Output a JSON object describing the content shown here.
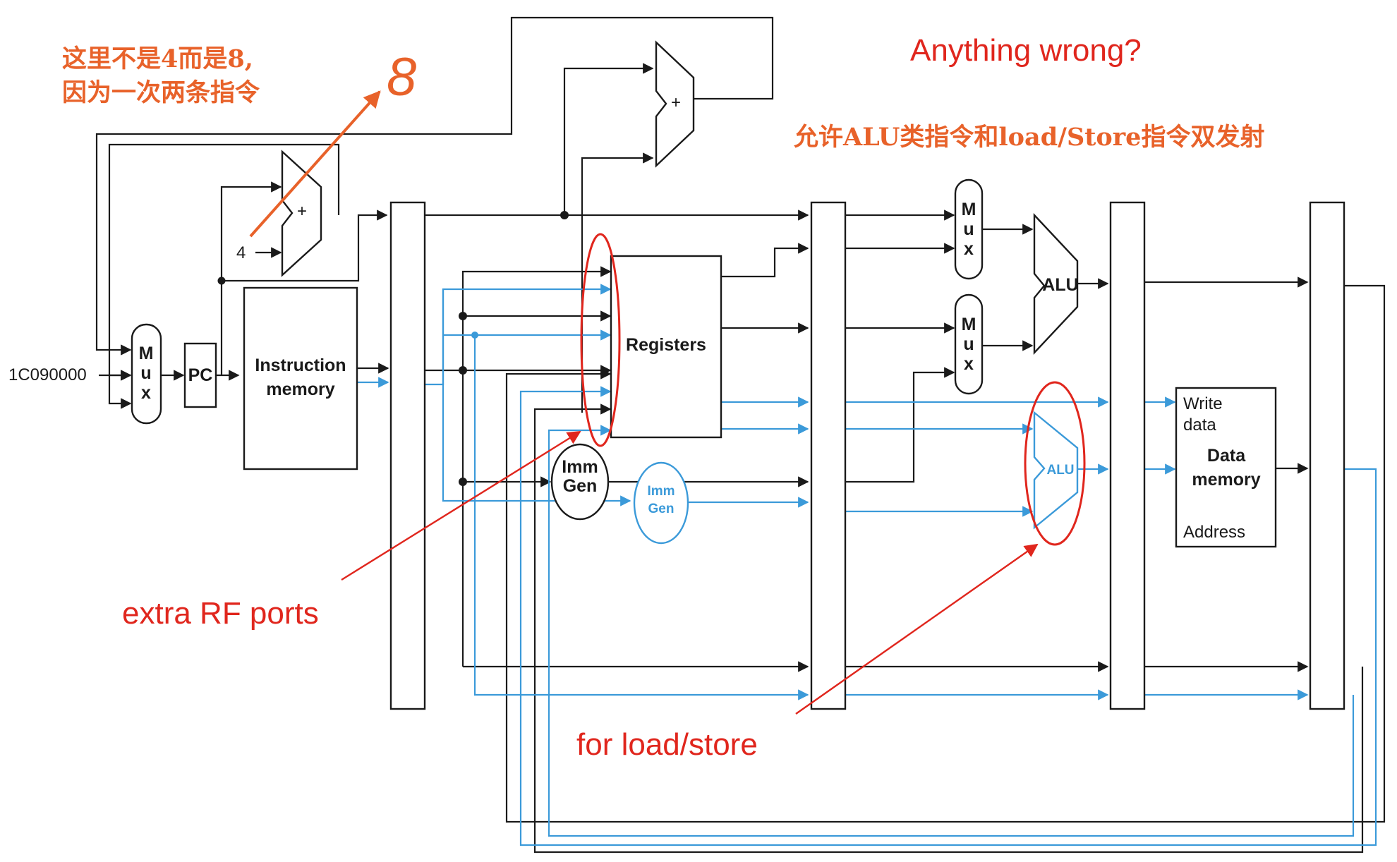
{
  "annotations": {
    "note_cn_line1": "这里不是4而是8,",
    "note_cn_line2": "因为一次两条指令",
    "handwritten_eight": "8",
    "title_question": "Anything wrong?",
    "dual_issue_note": "允许ALU类指令和load/Store指令双发射",
    "extra_rf_ports": "extra RF ports",
    "for_load_store": "for load/store"
  },
  "components": {
    "pc_init_value": "1C090000",
    "mux_letters": [
      "M",
      "u",
      "x"
    ],
    "pc": "PC",
    "const_four": "4",
    "adder_plus": "+",
    "instruction_memory": [
      "Instruction",
      "memory"
    ],
    "registers": "Registers",
    "imm_gen": [
      "Imm",
      "Gen"
    ],
    "alu": "ALU",
    "data_memory": {
      "write_data": [
        "Write",
        "data"
      ],
      "title": [
        "Data",
        "memory"
      ],
      "address": "Address"
    }
  },
  "colors": {
    "datapath": "#1a1a1a",
    "added_path": "#3b9ad9",
    "annotation_red": "#e0261d",
    "annotation_orange": "#e8622a"
  }
}
